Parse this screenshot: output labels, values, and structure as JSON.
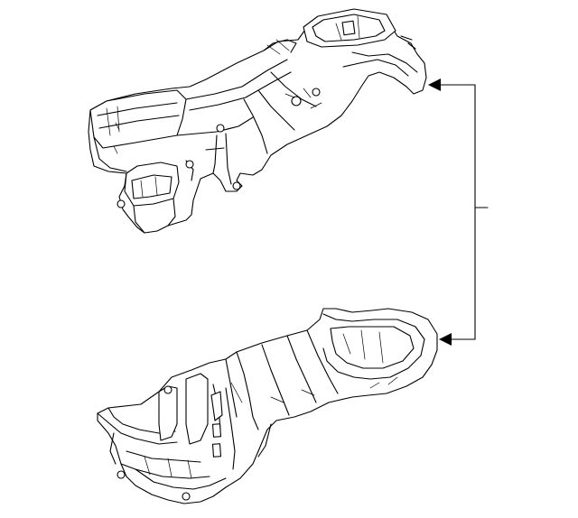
{
  "diagram": {
    "type": "exploded-parts-diagram",
    "parts": [
      {
        "id": "upper-duct-housing",
        "label": ""
      },
      {
        "id": "lower-duct-housing",
        "label": ""
      }
    ],
    "callout": {
      "label": "",
      "targets": [
        "upper-duct-housing",
        "lower-duct-housing"
      ]
    },
    "colors": {
      "line": "#000000",
      "background": "#ffffff"
    }
  }
}
